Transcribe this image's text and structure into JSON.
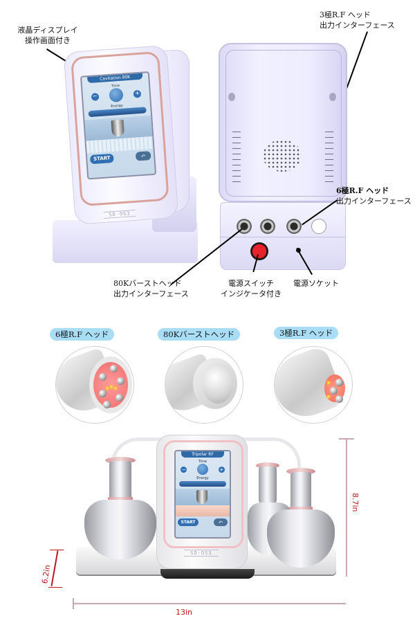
{
  "top_section": {
    "front_unit": {
      "callout_display": [
        "液晶ディスプレイ",
        "操作画面付き"
      ],
      "screen": {
        "title": "Cavitation 80K",
        "time_label": "Time",
        "energy_label": "Energy",
        "minus_symbol": "−",
        "plus_symbol": "+",
        "start_button": "START",
        "back_button_symbol": "↶"
      },
      "model_label": "SD-OS3"
    },
    "back_unit": {
      "callout_3pole": [
        "3極R.F ヘッド",
        "出力インターフェース"
      ],
      "callout_6pole": [
        "6極R.F ヘッド",
        "出力インターフェース"
      ],
      "callout_80k": [
        "80Kバーストヘッド",
        "出力インターフェース"
      ],
      "callout_switch": [
        "電源スイッチ",
        "インジケータ付き"
      ],
      "callout_socket": [
        "電源ソケット"
      ]
    }
  },
  "heads_section": {
    "heads": [
      {
        "label": "6極R.F ヘッド",
        "type": "6-pole"
      },
      {
        "label": "80Kバーストヘッド",
        "type": "80k"
      },
      {
        "label": "3極R.F ヘッド",
        "type": "3-pole"
      }
    ],
    "pill_color": "#a9dcf5"
  },
  "bottom_section": {
    "screen": {
      "title": "Tripolar RF",
      "time_label": "Time",
      "energy_label": "Energy",
      "start_button": "START",
      "back_button_symbol": "↶"
    },
    "model_label": "SD-OS3",
    "dimensions": {
      "height": "8.7in",
      "depth": "6.2in",
      "width": "13in",
      "color": "#c0161e"
    }
  }
}
